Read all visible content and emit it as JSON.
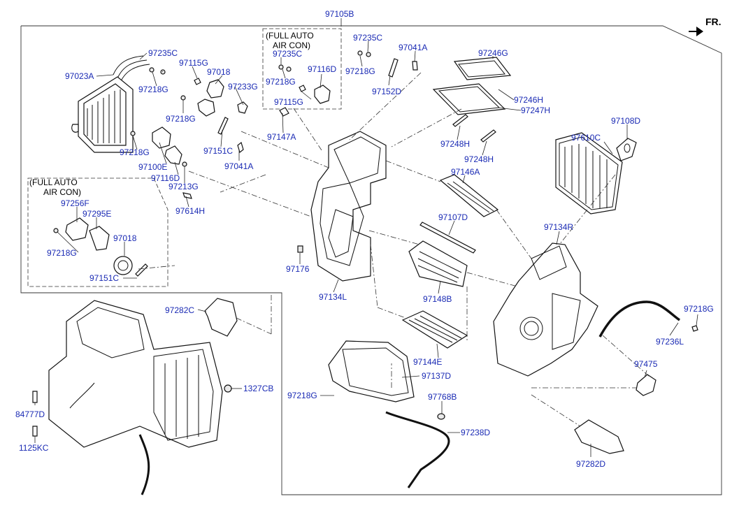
{
  "header": {
    "fr_label": "FR."
  },
  "boxes": {
    "full_auto_line1": "(FULL AUTO",
    "full_auto_line2": "AIR CON)"
  },
  "labels": [
    "97105B",
    "97235C",
    "97115G",
    "97018",
    "97023A",
    "97218G",
    "97233G",
    "97218G",
    "97218G",
    "97151C",
    "97100E",
    "97116D",
    "97213G",
    "97041A",
    "97614H",
    "97235C",
    "97218G",
    "97116D",
    "97115G",
    "97147A",
    "97235C",
    "97218G",
    "97041A",
    "97152D",
    "97246G",
    "97246H",
    "97247H",
    "97248H",
    "97248H",
    "97108D",
    "97610C",
    "97146A",
    "97107D",
    "97134R",
    "97256F",
    "97295E",
    "97018",
    "97218G",
    "97151C",
    "97176",
    "97134L",
    "97148B",
    "97282C",
    "97144E",
    "97137D",
    "97218G",
    "97768B",
    "97238D",
    "1327CB",
    "84777D",
    "1125KC",
    "97218G",
    "97236L",
    "97475",
    "97282D"
  ],
  "colors": {
    "label": "#1a2ab4",
    "line": "#111111",
    "background": "#ffffff"
  },
  "icons": {
    "front_arrow": "arrow-right-icon"
  }
}
